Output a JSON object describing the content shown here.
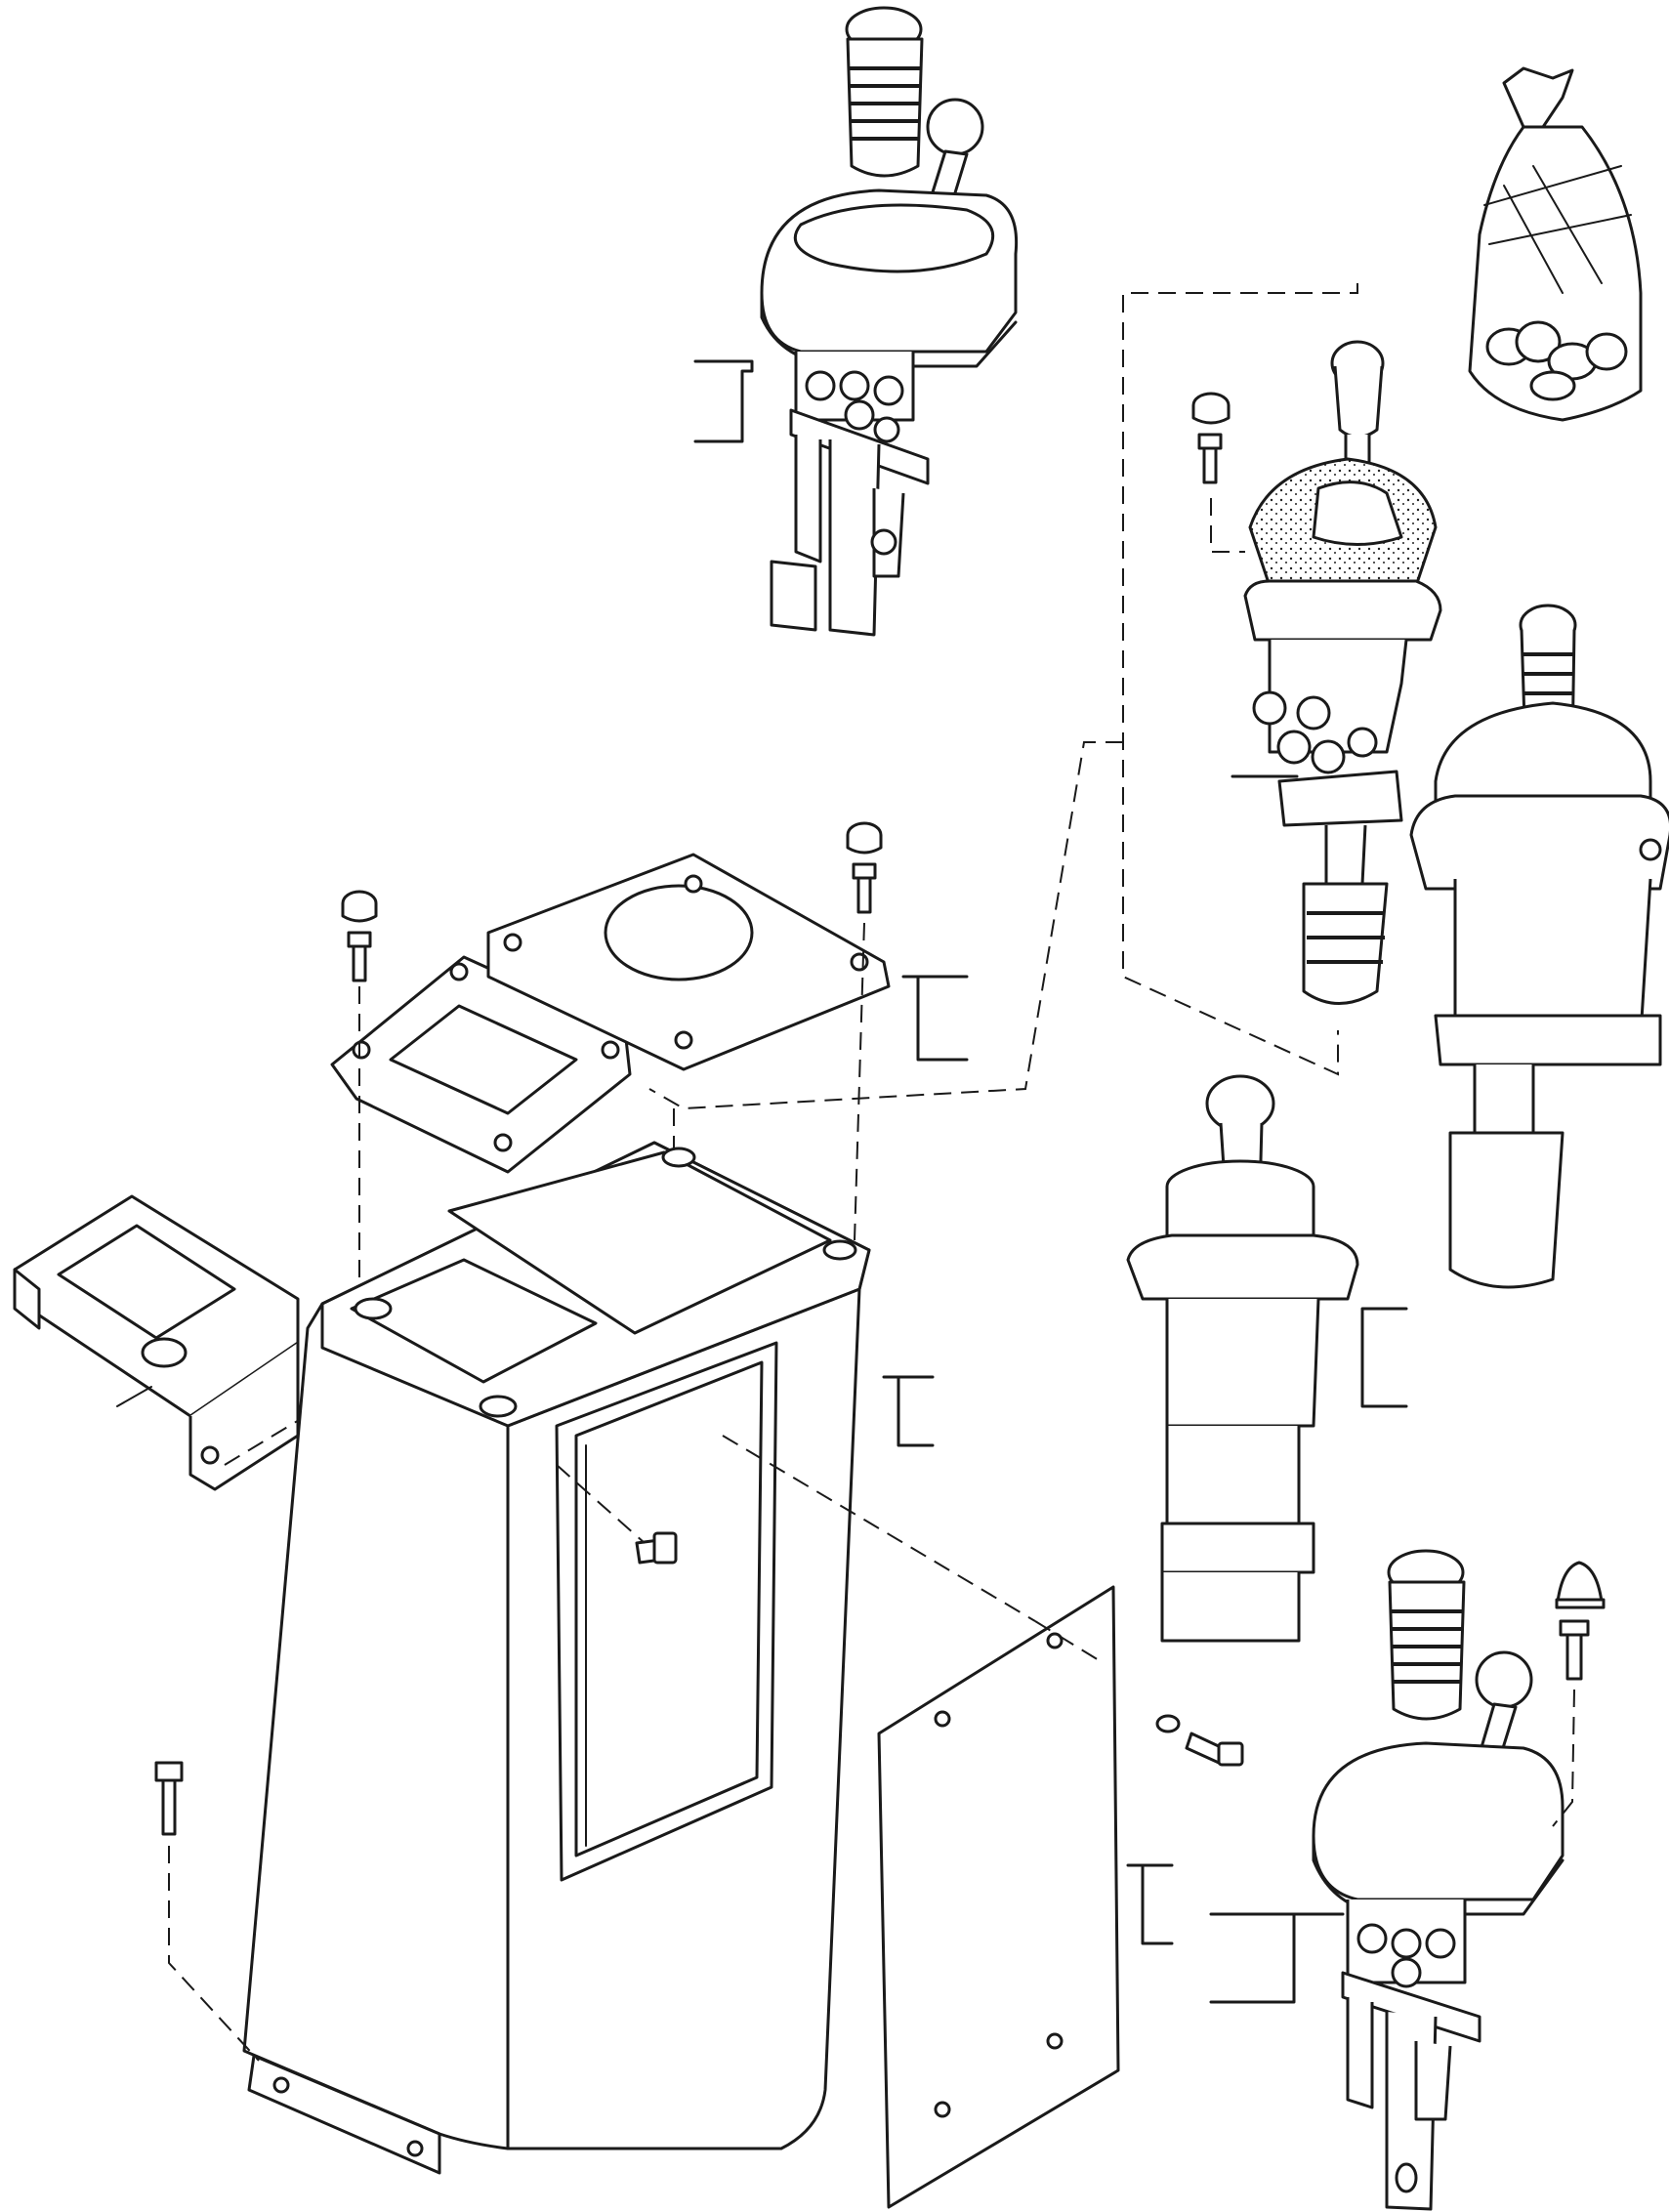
{
  "diagram": {
    "kind": "exploded-parts-drawing",
    "components": [
      "pedestal-housing",
      "top-cover-plate-left",
      "top-cover-plate-right",
      "side-bracket",
      "side-cover-panel",
      "joystick-double-lever-top",
      "joystick-single-center",
      "joystick-single-right",
      "joystick-ball-knob-center",
      "joystick-double-lever-bottom",
      "parts-bag",
      "bolt",
      "cap-nut",
      "washer"
    ],
    "colors": {
      "line": "#1a1a1a",
      "background": "#ffffff"
    }
  }
}
